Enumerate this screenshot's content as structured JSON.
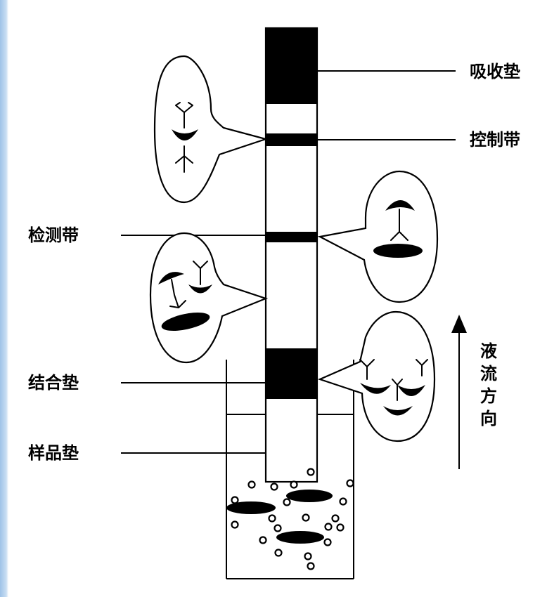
{
  "labels": {
    "absorbent_pad": "吸收垫",
    "control_line": "控制带",
    "test_line": "检测带",
    "conjugate_pad": "结合垫",
    "sample_pad": "样品垫",
    "flow_direction": [
      "液",
      "流",
      "方",
      "向"
    ]
  },
  "colors": {
    "ink": "#000000",
    "background": "#ffffff",
    "side_band": "#9fc3e8"
  }
}
